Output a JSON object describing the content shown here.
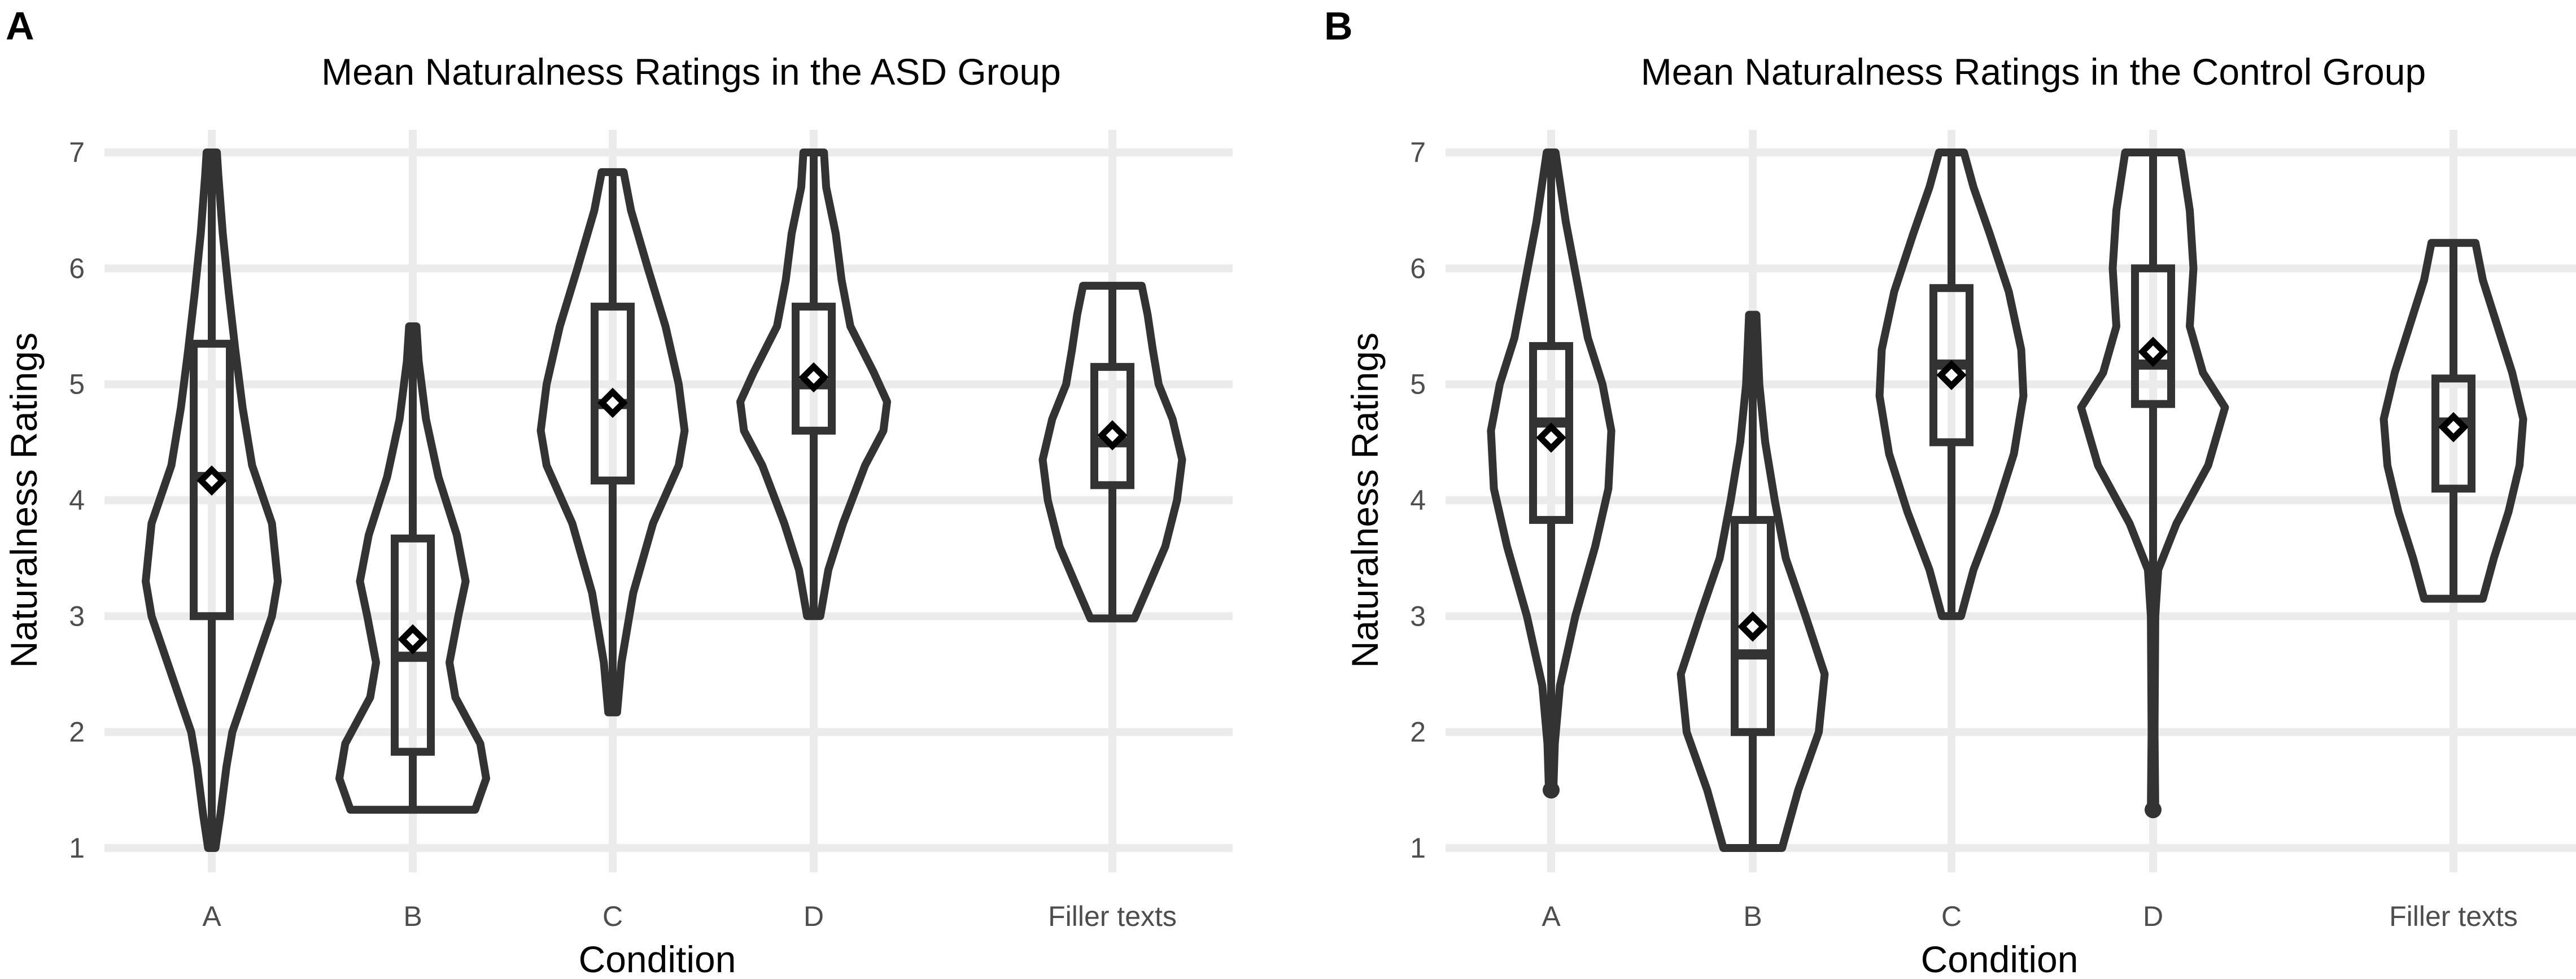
{
  "chart_data": [
    {
      "panel": "A",
      "type": "violin",
      "title": "Mean Naturalness Ratings in the ASD Group",
      "xlabel": "Condition",
      "ylabel": "Naturalness Ratings",
      "ylim": [
        1,
        7
      ],
      "yticks": [
        1,
        2,
        3,
        4,
        5,
        6,
        7
      ],
      "grid": true,
      "categories": [
        "A",
        "B",
        "C",
        "D",
        "Filler texts"
      ],
      "series": [
        {
          "category": "A",
          "min": 1.0,
          "q1": 3.0,
          "median": 4.2,
          "q3": 5.35,
          "max": 7.0,
          "mean": 4.17,
          "density": [
            [
              1.0,
              0.05
            ],
            [
              1.3,
              0.12
            ],
            [
              1.7,
              0.2
            ],
            [
              2.0,
              0.28
            ],
            [
              2.5,
              0.55
            ],
            [
              3.0,
              0.82
            ],
            [
              3.3,
              0.9
            ],
            [
              3.8,
              0.82
            ],
            [
              4.3,
              0.55
            ],
            [
              4.8,
              0.42
            ],
            [
              5.3,
              0.32
            ],
            [
              5.8,
              0.23
            ],
            [
              6.3,
              0.15
            ],
            [
              6.8,
              0.09
            ],
            [
              7.0,
              0.07
            ]
          ]
        },
        {
          "category": "B",
          "min": 1.33,
          "q1": 1.83,
          "median": 2.65,
          "q3": 3.67,
          "max": 5.5,
          "mean": 2.8,
          "density": [
            [
              1.33,
              0.85
            ],
            [
              1.6,
              1.0
            ],
            [
              1.9,
              0.92
            ],
            [
              2.3,
              0.58
            ],
            [
              2.6,
              0.5
            ],
            [
              3.0,
              0.62
            ],
            [
              3.3,
              0.72
            ],
            [
              3.7,
              0.6
            ],
            [
              4.2,
              0.35
            ],
            [
              4.7,
              0.18
            ],
            [
              5.2,
              0.08
            ],
            [
              5.5,
              0.05
            ]
          ]
        },
        {
          "category": "C",
          "min": 2.17,
          "q1": 4.17,
          "median": 4.83,
          "q3": 5.67,
          "max": 6.83,
          "mean": 4.84,
          "density": [
            [
              2.17,
              0.06
            ],
            [
              2.6,
              0.12
            ],
            [
              3.2,
              0.28
            ],
            [
              3.8,
              0.55
            ],
            [
              4.3,
              0.9
            ],
            [
              4.6,
              0.98
            ],
            [
              5.0,
              0.9
            ],
            [
              5.5,
              0.72
            ],
            [
              6.0,
              0.48
            ],
            [
              6.5,
              0.25
            ],
            [
              6.83,
              0.15
            ]
          ]
        },
        {
          "category": "D",
          "min": 3.0,
          "q1": 4.6,
          "median": 5.0,
          "q3": 5.67,
          "max": 7.0,
          "mean": 5.06,
          "density": [
            [
              3.0,
              0.09
            ],
            [
              3.4,
              0.2
            ],
            [
              3.8,
              0.4
            ],
            [
              4.3,
              0.7
            ],
            [
              4.6,
              0.95
            ],
            [
              4.85,
              1.0
            ],
            [
              5.1,
              0.82
            ],
            [
              5.5,
              0.5
            ],
            [
              5.9,
              0.38
            ],
            [
              6.3,
              0.3
            ],
            [
              6.7,
              0.17
            ],
            [
              7.0,
              0.14
            ]
          ]
        },
        {
          "category": "Filler texts",
          "min": 3.0,
          "q1": 4.13,
          "median": 4.5,
          "q3": 5.15,
          "max": 5.85,
          "mean": 4.56,
          "density": [
            [
              2.98,
              0.3
            ],
            [
              3.2,
              0.45
            ],
            [
              3.6,
              0.72
            ],
            [
              4.0,
              0.88
            ],
            [
              4.35,
              0.95
            ],
            [
              4.7,
              0.82
            ],
            [
              5.0,
              0.63
            ],
            [
              5.3,
              0.55
            ],
            [
              5.6,
              0.48
            ],
            [
              5.85,
              0.4
            ]
          ]
        }
      ]
    },
    {
      "panel": "B",
      "type": "violin",
      "title": "Mean Naturalness Ratings in the Control Group",
      "xlabel": "Condition",
      "ylabel": "Naturalness Ratings",
      "ylim": [
        1,
        7
      ],
      "yticks": [
        1,
        2,
        3,
        4,
        5,
        6,
        7
      ],
      "grid": true,
      "categories": [
        "A",
        "B",
        "C",
        "D",
        "Filler texts"
      ],
      "series": [
        {
          "category": "A",
          "min": 1.5,
          "q1": 3.83,
          "median": 4.67,
          "q3": 5.33,
          "max": 7.0,
          "mean": 4.54,
          "outliers": [
            1.5
          ],
          "density": [
            [
              1.5,
              0.03
            ],
            [
              1.9,
              0.05
            ],
            [
              2.4,
              0.12
            ],
            [
              3.0,
              0.33
            ],
            [
              3.6,
              0.6
            ],
            [
              4.1,
              0.78
            ],
            [
              4.6,
              0.82
            ],
            [
              5.0,
              0.7
            ],
            [
              5.4,
              0.5
            ],
            [
              5.9,
              0.35
            ],
            [
              6.4,
              0.2
            ],
            [
              7.0,
              0.06
            ]
          ]
        },
        {
          "category": "B",
          "min": 1.0,
          "q1": 2.0,
          "median": 2.67,
          "q3": 3.83,
          "max": 5.6,
          "mean": 2.91,
          "density": [
            [
              1.0,
              0.4
            ],
            [
              1.5,
              0.62
            ],
            [
              2.0,
              0.9
            ],
            [
              2.5,
              0.98
            ],
            [
              3.0,
              0.72
            ],
            [
              3.5,
              0.45
            ],
            [
              4.0,
              0.3
            ],
            [
              4.5,
              0.17
            ],
            [
              5.0,
              0.09
            ],
            [
              5.6,
              0.05
            ]
          ]
        },
        {
          "category": "C",
          "min": 3.0,
          "q1": 4.5,
          "median": 5.17,
          "q3": 5.83,
          "max": 7.0,
          "mean": 5.08,
          "density": [
            [
              3.0,
              0.13
            ],
            [
              3.4,
              0.3
            ],
            [
              3.9,
              0.6
            ],
            [
              4.4,
              0.85
            ],
            [
              4.9,
              0.98
            ],
            [
              5.3,
              0.95
            ],
            [
              5.8,
              0.78
            ],
            [
              6.3,
              0.52
            ],
            [
              6.7,
              0.3
            ],
            [
              7.0,
              0.17
            ]
          ]
        },
        {
          "category": "D",
          "min": 1.33,
          "q1": 4.83,
          "median": 5.17,
          "q3": 6.0,
          "max": 7.0,
          "mean": 5.28,
          "outliers": [
            1.33
          ],
          "density": [
            [
              1.33,
              0.03
            ],
            [
              2.0,
              0.02
            ],
            [
              3.0,
              0.03
            ],
            [
              3.4,
              0.07
            ],
            [
              3.8,
              0.32
            ],
            [
              4.3,
              0.75
            ],
            [
              4.8,
              0.98
            ],
            [
              5.1,
              0.68
            ],
            [
              5.5,
              0.5
            ],
            [
              6.0,
              0.55
            ],
            [
              6.5,
              0.5
            ],
            [
              7.0,
              0.38
            ]
          ]
        },
        {
          "category": "Filler texts",
          "min": 3.15,
          "q1": 4.1,
          "median": 4.67,
          "q3": 5.05,
          "max": 6.22,
          "mean": 4.63,
          "density": [
            [
              3.15,
              0.4
            ],
            [
              3.5,
              0.55
            ],
            [
              3.9,
              0.75
            ],
            [
              4.3,
              0.9
            ],
            [
              4.7,
              0.95
            ],
            [
              5.1,
              0.8
            ],
            [
              5.6,
              0.55
            ],
            [
              5.9,
              0.4
            ],
            [
              6.22,
              0.3
            ]
          ]
        }
      ]
    }
  ]
}
